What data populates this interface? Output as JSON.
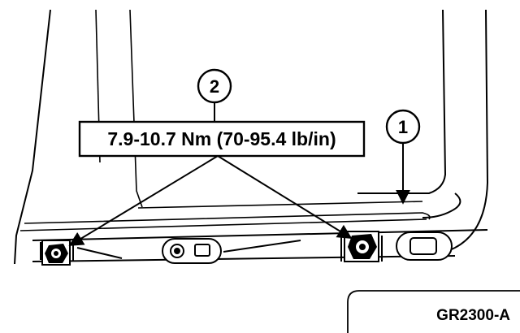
{
  "callouts": [
    {
      "number": "1"
    },
    {
      "number": "2"
    }
  ],
  "torque_label": "7.9-10.7 Nm (70-95.4 lb/in)",
  "figure_id": "GR2300-A"
}
